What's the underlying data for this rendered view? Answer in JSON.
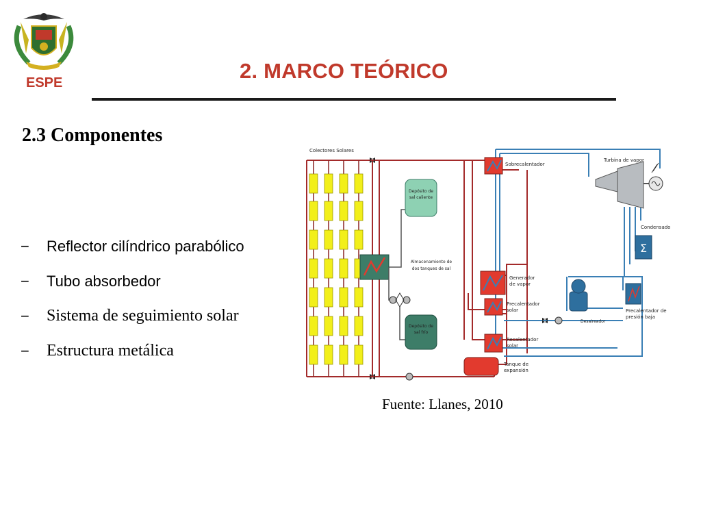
{
  "logo": {
    "text": "ESPE"
  },
  "header": {
    "title": "2. MARCO TEÓRICO"
  },
  "section": {
    "heading": "2.3 Componentes"
  },
  "bullets": [
    {
      "marker": "−",
      "text": "Reflector cilíndrico parabólico"
    },
    {
      "marker": "−",
      "text": "Tubo absorbedor"
    },
    {
      "marker": "−",
      "text": "Sistema de seguimiento solar"
    },
    {
      "marker": "−",
      "text": "Estructura metálica"
    }
  ],
  "diagram": {
    "labels": {
      "collectors": "Colectores Solares",
      "hot_salt_tank_1": "Depósito de",
      "hot_salt_tank_2": "sal caliente",
      "storage_1": "Almacenamiento de",
      "storage_2": "dos tanques de sal",
      "cold_salt_tank_1": "Depósito de",
      "cold_salt_tank_2": "sal frío",
      "superheater": "Sobrecalentador",
      "turbine": "Turbina de vapor",
      "condenser": "Condensador",
      "steam_gen_1": "Generador",
      "steam_gen_2": "de vapor",
      "solar_preheater_1": "Precalentador",
      "solar_preheater_2": "solar",
      "deaerator": "Desaireador",
      "lp_preheater_1": "Precalentador de",
      "lp_preheater_2": "presión baja",
      "reheater_1": "Recalentador",
      "reheater_2": "solar",
      "expansion_tank_1": "Tanque de",
      "expansion_tank_2": "expansión"
    },
    "colors": {
      "hot_loop": "#a32a2a",
      "water_loop": "#3a7fb5",
      "collector": "#f2ef1a",
      "hot_tank": "#8ed1b3",
      "cold_tank": "#3d7d68",
      "exchanger": "#e23a2e",
      "turbine": "#b8bcc0"
    },
    "icons": [
      "heat-exchanger-icon",
      "pump-icon",
      "valve-icon",
      "generator-icon"
    ]
  },
  "source": {
    "text": "Fuente: Llanes, 2010"
  }
}
